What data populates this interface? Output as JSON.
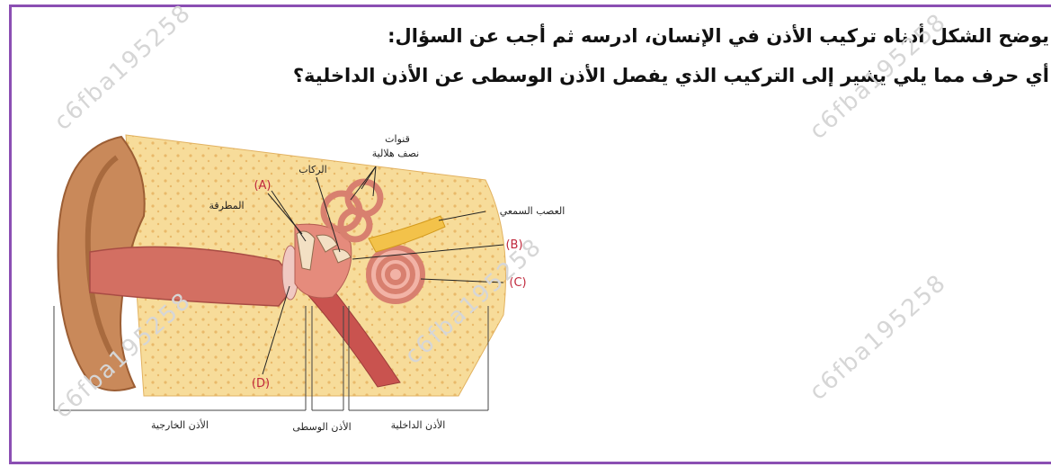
{
  "question": {
    "line1": "يوضح الشكل أدناه تركيب الأذن في الإنسان، ادرسه ثم أجب عن السؤال:",
    "line2": "أي حرف مما يلي يشير إلى التركيب الذي يفصل الأذن الوسطى عن الأذن الداخلية؟"
  },
  "diagram": {
    "labels": {
      "canals": "قنوات",
      "semicircular": "نصف هلالية",
      "stapes": "الركاب",
      "hammer": "المطرقة",
      "auditory_nerve": "العصب السمعي"
    },
    "letters": {
      "a": "(A)",
      "b": "(B)",
      "c": "(C)",
      "d": "(D)"
    },
    "regions": {
      "outer": "الأذن الخارجية",
      "middle": "الأذن الوسطى",
      "inner": "الأذن الداخلية"
    },
    "colors": {
      "letter": "#c0283c",
      "frame": "#8b4fb3",
      "bone": "#f5d58c",
      "skin": "#c98a5a",
      "canal": "#c9534f"
    }
  },
  "watermark": "c6fba195258"
}
